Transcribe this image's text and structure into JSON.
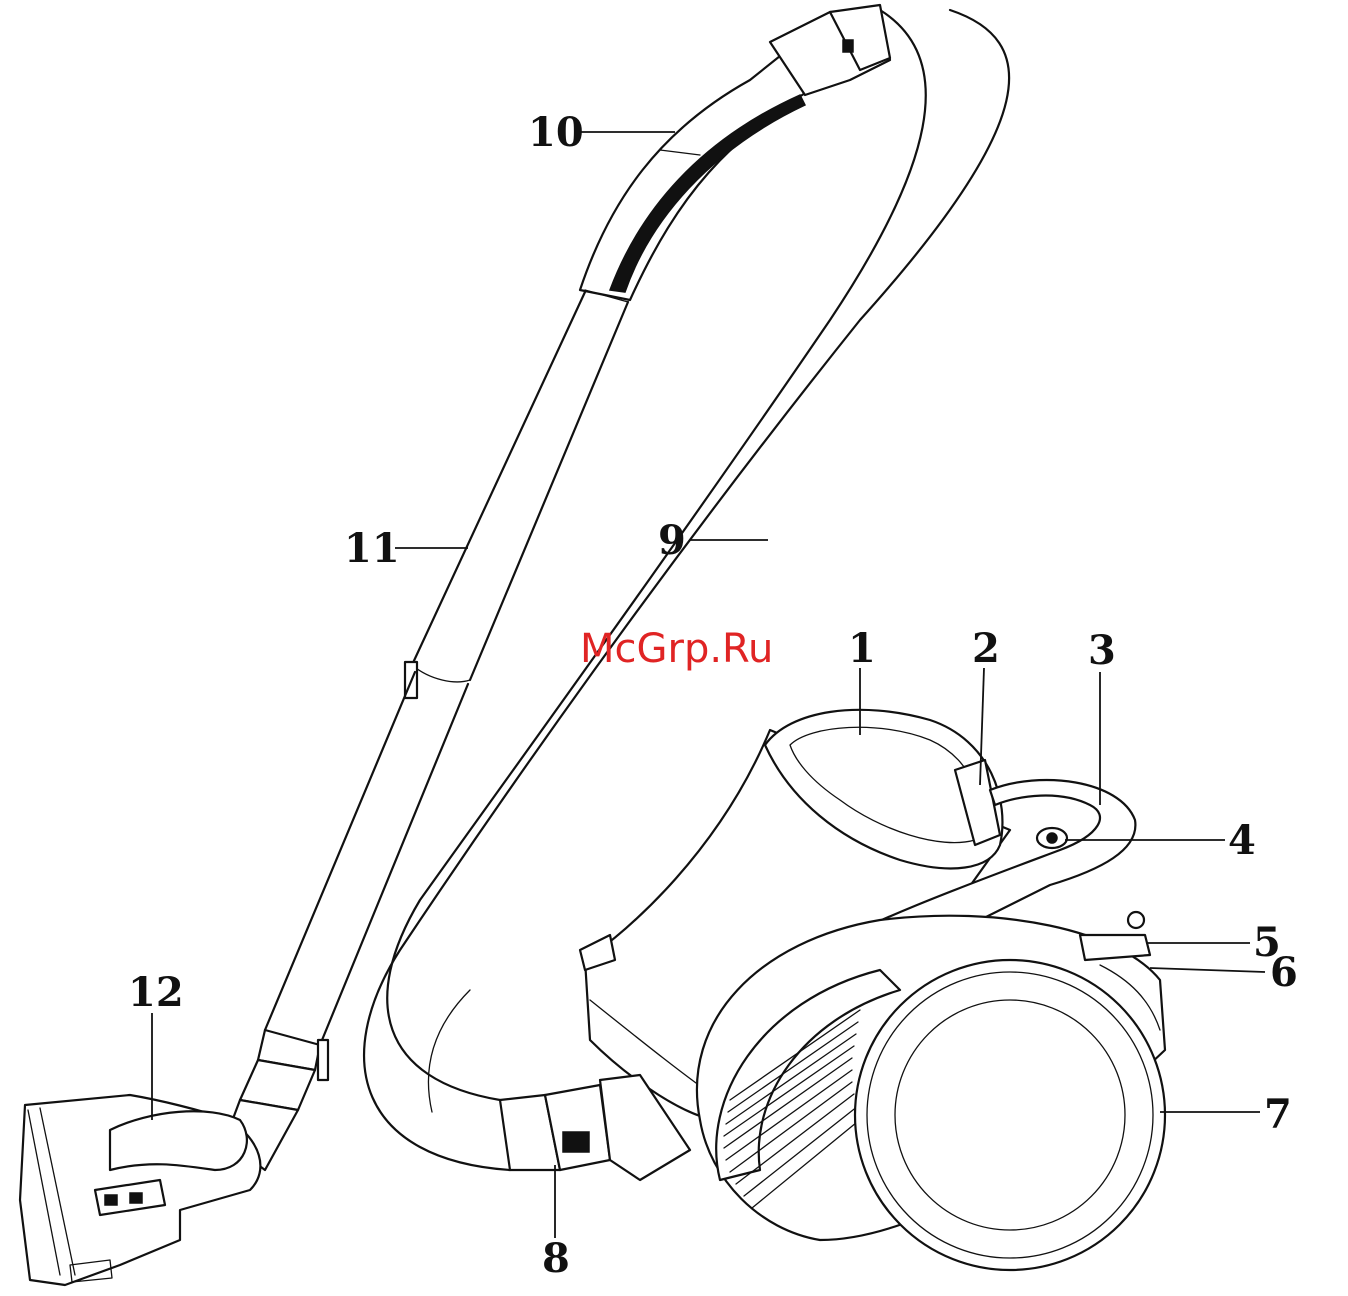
{
  "diagram": {
    "labels": {
      "n1": "1",
      "n2": "2",
      "n3": "3",
      "n4": "4",
      "n5": "5",
      "n6": "6",
      "n7": "7",
      "n8": "8",
      "n9": "9",
      "n10": "10",
      "n11": "11",
      "n12": "12"
    },
    "watermark": "McGrp.Ru",
    "colors": {
      "line": "#111111",
      "watermark": "#e02424",
      "background": "#ffffff"
    }
  }
}
